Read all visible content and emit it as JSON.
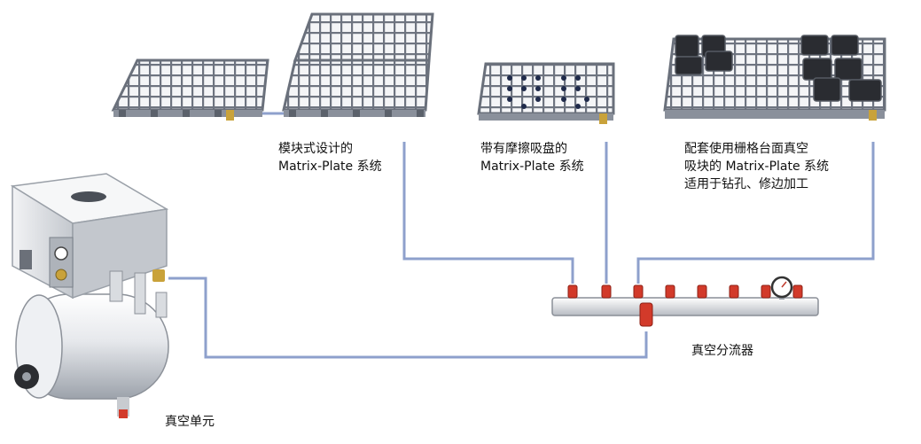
{
  "labels": {
    "modular": [
      "模块式设计的",
      "Matrix-Plate 系统"
    ],
    "suction": [
      "带有摩擦吸盘的",
      "Matrix-Plate 系统"
    ],
    "grid": [
      "配套使用栅格台面真空",
      "吸块的 Matrix-Plate 系统",
      "适用于钻孔、修边加工"
    ],
    "manifold": "真空分流器",
    "vacuum_unit": "真空单元"
  },
  "colors": {
    "hose": "#8ea0cc",
    "plate_frame": "#7f8691",
    "plate_grid": "#b9bec7",
    "manifold_body": "#e4e6ea",
    "valve_red": "#d23a2a"
  }
}
